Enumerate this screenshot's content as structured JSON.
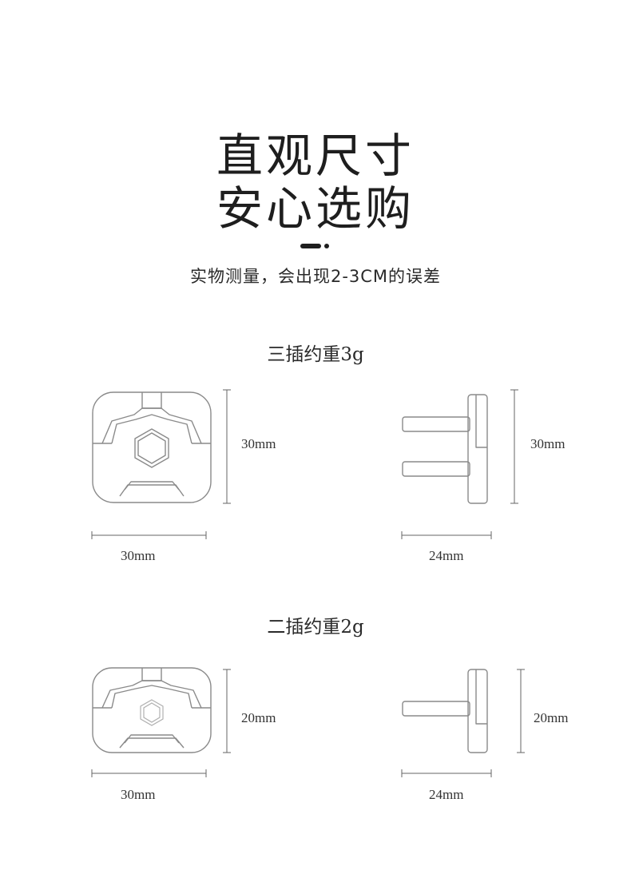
{
  "header": {
    "title_line1": "直观尺寸",
    "title_line2": "安心选购",
    "subtitle": "实物测量，会出现2-3CM的误差"
  },
  "sections": [
    {
      "title": "三插约重3g",
      "front_height": "30mm",
      "front_width": "30mm",
      "side_height": "30mm",
      "side_width": "24mm"
    },
    {
      "title": "二插约重2g",
      "front_height": "20mm",
      "front_width": "30mm",
      "side_height": "20mm",
      "side_width": "24mm"
    }
  ],
  "colors": {
    "outline": "#8a8a8a",
    "text": "#1e1e1e",
    "dimension_line": "#666666"
  }
}
